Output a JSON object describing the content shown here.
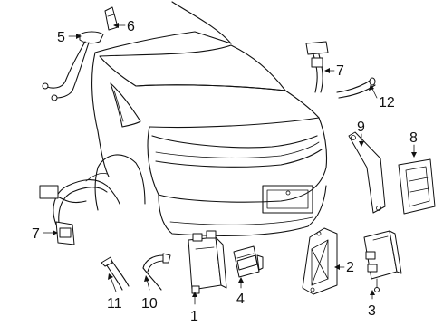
{
  "callouts": [
    {
      "id": "1",
      "text": "1"
    },
    {
      "id": "2",
      "text": "2"
    },
    {
      "id": "3",
      "text": "3"
    },
    {
      "id": "4",
      "text": "4"
    },
    {
      "id": "5",
      "text": "5"
    },
    {
      "id": "6",
      "text": "6"
    },
    {
      "id": "7a",
      "text": "7"
    },
    {
      "id": "7b",
      "text": "7"
    },
    {
      "id": "8",
      "text": "8"
    },
    {
      "id": "9",
      "text": "9"
    },
    {
      "id": "10",
      "text": "10"
    },
    {
      "id": "11",
      "text": "11"
    },
    {
      "id": "12",
      "text": "12"
    }
  ]
}
